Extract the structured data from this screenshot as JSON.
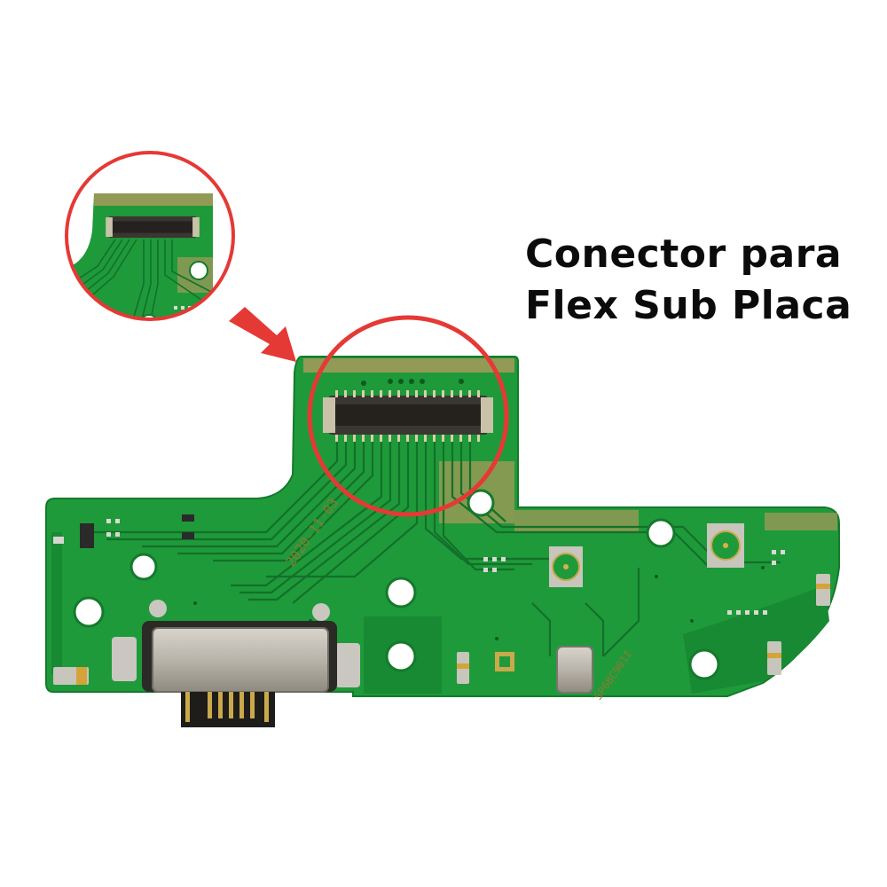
{
  "caption": {
    "line1": "Conector para",
    "line2": "Flex Sub Placa"
  },
  "board": {
    "silkscreen_date": "2020-11-03",
    "silkscreen_code": "SP6BC901I"
  },
  "colors": {
    "pcb_green": "#1f9a3a",
    "trace_green": "#13702a",
    "highlight_red": "#e53935",
    "gold_pad": "#a89a5a",
    "caption_text": "#0b0b0b"
  }
}
